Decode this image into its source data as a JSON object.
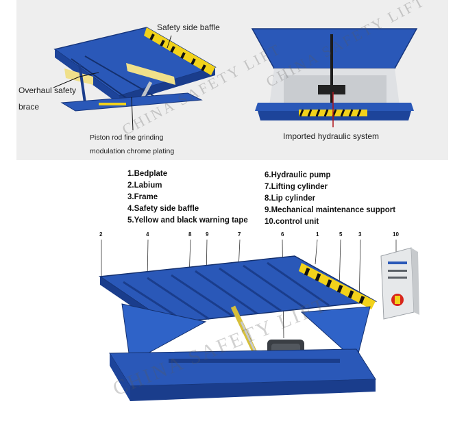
{
  "top_left": {
    "labels": {
      "safety_side_baffle": "Safety side baffle",
      "overhaul_line1": "Overhaul safety",
      "overhaul_line2": "brace",
      "piston_line1": "Piston rod fine grinding",
      "piston_line2": "modulation chrome plating"
    }
  },
  "top_right": {
    "labels": {
      "hydraulic": "Imported hydraulic system"
    }
  },
  "parts_list": {
    "left": [
      "1.Bedplate",
      "2.Labium",
      "3.Frame",
      "4.Safety side baffle",
      "5.Yellow and black warning tape"
    ],
    "right": [
      "6.Hydraulic pump",
      "7.Lifting cylinder",
      "8.Lip cylinder",
      "9.Mechanical maintenance support",
      "10.control unit"
    ]
  },
  "callout_numbers": [
    "2",
    "4",
    "8",
    "9",
    "7",
    "6",
    "1",
    "5",
    "3",
    "10"
  ],
  "watermark": "CHINA SAFETY LIFT",
  "colors": {
    "platform_blue": "#2a58b8",
    "platform_dark": "#1a3d8c",
    "warning_yellow": "#f2d21a",
    "baffle_yellow": "#f0e08a",
    "control_box": "#e6e8ea",
    "stop_red": "#d8261c"
  }
}
